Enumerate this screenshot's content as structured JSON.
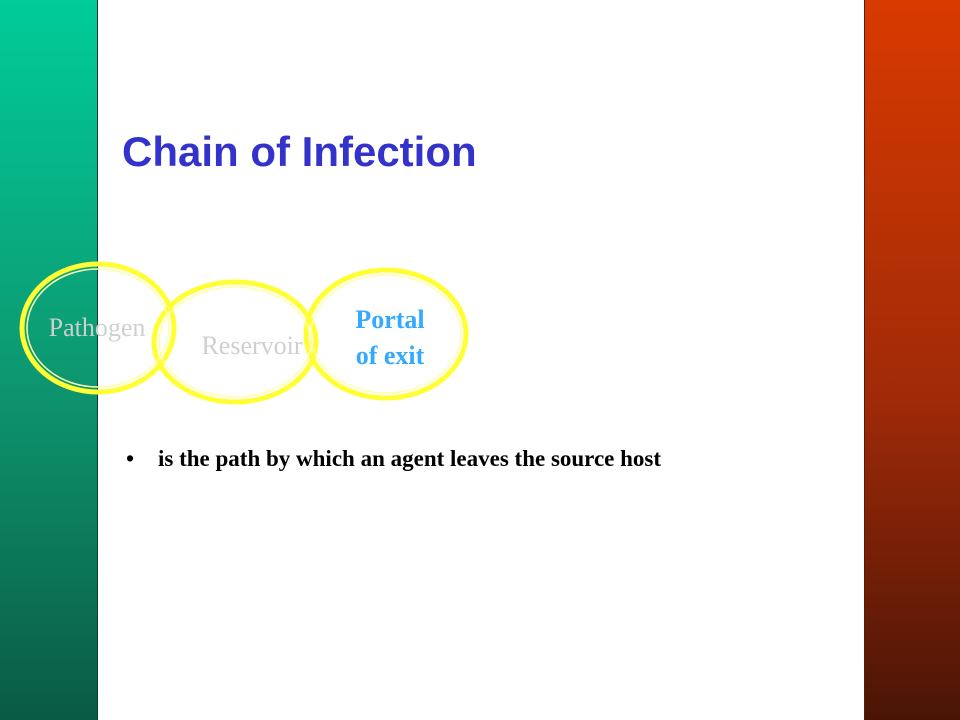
{
  "slide": {
    "title": "Chain of Infection",
    "colors": {
      "title": "#3333cc",
      "ring": "#ffff33",
      "active_label": "#33aaff",
      "faded_label": "#cfcfcf",
      "left_band": "#009966",
      "right_band": "#cc3300"
    }
  },
  "chain": {
    "links": [
      {
        "label": "Pathogen",
        "state": "faded"
      },
      {
        "label": "Reservoir",
        "state": "faded"
      },
      {
        "label_line1": "Portal",
        "label_line2": "of exit",
        "state": "active"
      }
    ]
  },
  "bullets": [
    {
      "marker": "•",
      "text": "is the path by which an agent leaves the source host"
    }
  ]
}
